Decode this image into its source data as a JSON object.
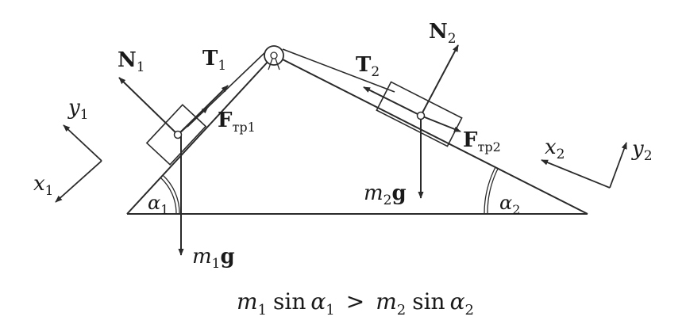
{
  "labels": {
    "N1": {
      "main": "N",
      "sub": "1"
    },
    "T1": {
      "main": "T",
      "sub": "1"
    },
    "Ftr1": {
      "main": "F",
      "sub": "тр1"
    },
    "N2": {
      "main": "N",
      "sub": "2"
    },
    "T2": {
      "main": "T",
      "sub": "2"
    },
    "Ftr2": {
      "main": "F",
      "sub": "тр2"
    },
    "m1g": {
      "m": "m",
      "sub": "1",
      "g": "g"
    },
    "m2g": {
      "m": "m",
      "sub": "2",
      "g": "g"
    },
    "alpha1": {
      "main": "α",
      "sub": "1"
    },
    "alpha2": {
      "main": "α",
      "sub": "2"
    },
    "x1": {
      "main": "x",
      "sub": "1"
    },
    "y1": {
      "main": "y",
      "sub": "1"
    },
    "x2": {
      "main": "x",
      "sub": "2"
    },
    "y2": {
      "main": "y",
      "sub": "2"
    }
  },
  "formula": {
    "m1": "m",
    "s1": "1",
    "sin1": "sin",
    "a1": "α",
    "as1": "1",
    "gt": ">",
    "m2": "m",
    "s2": "2",
    "sin2": "sin",
    "a2": "α",
    "as2": "2"
  }
}
